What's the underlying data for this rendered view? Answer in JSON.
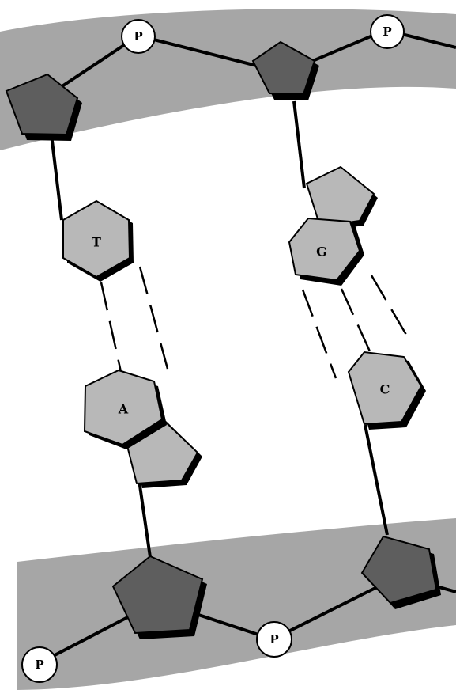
{
  "diagram": {
    "colors": {
      "background": "#ffffff",
      "backbone": "#a6a6a6",
      "sugar": "#5e5e5e",
      "base": "#b8b8b8",
      "phosphate": "#ffffff",
      "outline": "#000000"
    },
    "phosphate_label": "P",
    "bases": {
      "thymine": "T",
      "adenine": "A",
      "guanine": "G",
      "cytosine": "C"
    },
    "base_pairs": [
      {
        "left": "T",
        "right": "A",
        "hydrogen_bonds": 2
      },
      {
        "left": "G",
        "right": "C",
        "hydrogen_bonds": 3
      }
    ]
  }
}
